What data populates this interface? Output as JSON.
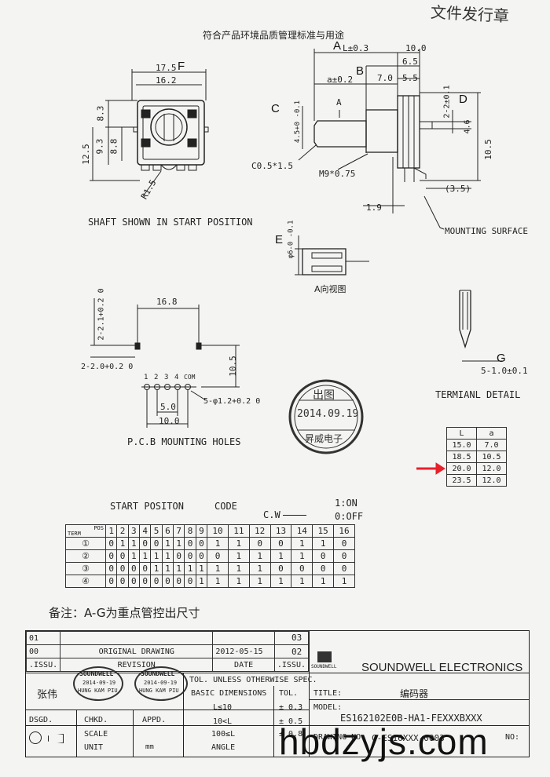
{
  "header": {
    "stamp_text": "文件发行章",
    "subtitle": "符合产品环境品质管理标准与用途"
  },
  "labels": {
    "A": "A",
    "B": "B",
    "C": "C",
    "D": "D",
    "E": "E",
    "F": "F",
    "G": "G"
  },
  "front_view": {
    "dims": [
      "17.5",
      "16.2",
      "8.3",
      "12.5",
      "9.3",
      "8.8",
      "R1.5"
    ],
    "caption": "SHAFT SHOWN IN START POSITION"
  },
  "side_view": {
    "dims": [
      "L±0.3",
      "10.0",
      "6.5",
      "a±0.2",
      "7.0",
      "5.5",
      "4.5+0 -0.1",
      "A",
      "2-2±0.1",
      "4.6",
      "10.5",
      "C0.5*1.5",
      "M9*0.75",
      "(3.5)",
      "1.9"
    ],
    "mounting": "MOUNTING SURFACE"
  },
  "a_view": {
    "dim": "φ6-0 -0.1",
    "caption": "A向视图"
  },
  "pcb": {
    "dims": [
      "16.8",
      "2-2.1+0.2 0",
      "2-2.0+0.2 0",
      "10.5",
      "5-φ1.2+0.2 0",
      "5.0",
      "10.0"
    ],
    "pins": [
      "1",
      "2",
      "3",
      "4",
      "COM"
    ],
    "caption": "P.C.B MOUNTING HOLES"
  },
  "terminal": {
    "dim": "5-1.0±0.1",
    "caption": "TERMIANL DETAIL"
  },
  "round_stamp": {
    "top": "出图",
    "date": "2014.09.19",
    "bottom": "昇威电子"
  },
  "la_table": {
    "headers": [
      "L",
      "a"
    ],
    "rows": [
      [
        "15.0",
        "7.0"
      ],
      [
        "18.5",
        "10.5"
      ],
      [
        "20.0",
        "12.0"
      ],
      [
        "23.5",
        "12.0"
      ]
    ],
    "highlight_row": 2,
    "arrow_color": "#e8202a"
  },
  "code_section": {
    "start": "START POSITON",
    "code": "CODE",
    "cw": "C.W",
    "on": "1:ON",
    "off": "0:OFF",
    "header_pos": "POS",
    "header_term": "TERM",
    "positions": [
      "1",
      "2",
      "3",
      "4",
      "5",
      "6",
      "7",
      "8",
      "9",
      "10",
      "11",
      "12",
      "13",
      "14",
      "15",
      "16"
    ],
    "rows": [
      {
        "term": "①",
        "values": [
          "0",
          "1",
          "1",
          "0",
          "0",
          "1",
          "1",
          "0",
          "0",
          "1",
          "1",
          "0",
          "0",
          "1",
          "1",
          "0"
        ]
      },
      {
        "term": "②",
        "values": [
          "0",
          "0",
          "1",
          "1",
          "1",
          "1",
          "0",
          "0",
          "0",
          "0",
          "1",
          "1",
          "1",
          "1",
          "0",
          "0"
        ]
      },
      {
        "term": "③",
        "values": [
          "0",
          "0",
          "0",
          "0",
          "1",
          "1",
          "1",
          "1",
          "1",
          "1",
          "1",
          "1",
          "0",
          "0",
          "0",
          "0"
        ]
      },
      {
        "term": "④",
        "values": [
          "0",
          "0",
          "0",
          "0",
          "0",
          "0",
          "0",
          "0",
          "1",
          "1",
          "1",
          "1",
          "1",
          "1",
          "1",
          "1"
        ]
      }
    ]
  },
  "note": "备注：A-G为重点管控出尺寸",
  "title_block": {
    "rev01": "01",
    "rev00": "00",
    "issu": ".ISSU.",
    "original": "ORIGINAL  DRAWING",
    "date_val": "2012-05-15",
    "revision": "REVISION",
    "date_hdr": "DATE",
    "issu2": ".ISSU.",
    "r03": "03",
    "r02": "02",
    "company": "SOUNDWELL ELECTRONICS",
    "logo": "SOUNDWELL",
    "tol": "TOL. UNLESS OTHERWISE SPEC.",
    "basic": "BASIC DIMENSIONS",
    "tolh": "TOL.",
    "r1a": "L≤10",
    "r1b": "± 0.3",
    "r2a": "10<L",
    "r2b": "± 0.5",
    "r3a": "100≤L",
    "r3b": "± 0.8",
    "angle": "ANGLE",
    "person": "张伟",
    "dsgd": "DSGD.",
    "chkd": "CHKD.",
    "appd": "APPD.",
    "scale": "SCALE",
    "unit": "UNIT",
    "mm": "mm",
    "title_hdr": "TITLE:",
    "title_val": "编码器",
    "model_hdr": "MODEL:",
    "model_val": "ES162102E0B-HA1-FEXXXBXXX",
    "drawing_hdr": "DRAWING NO:",
    "drawing_val": "C-ES16XXX-0003",
    "no_hdr": "NO:",
    "stamp_name": "SOUNDWELL",
    "stamp_date": "2014-09-19",
    "stamp_sub": "HUNG KAM PIU"
  },
  "watermark": "hbdzyjs.com"
}
